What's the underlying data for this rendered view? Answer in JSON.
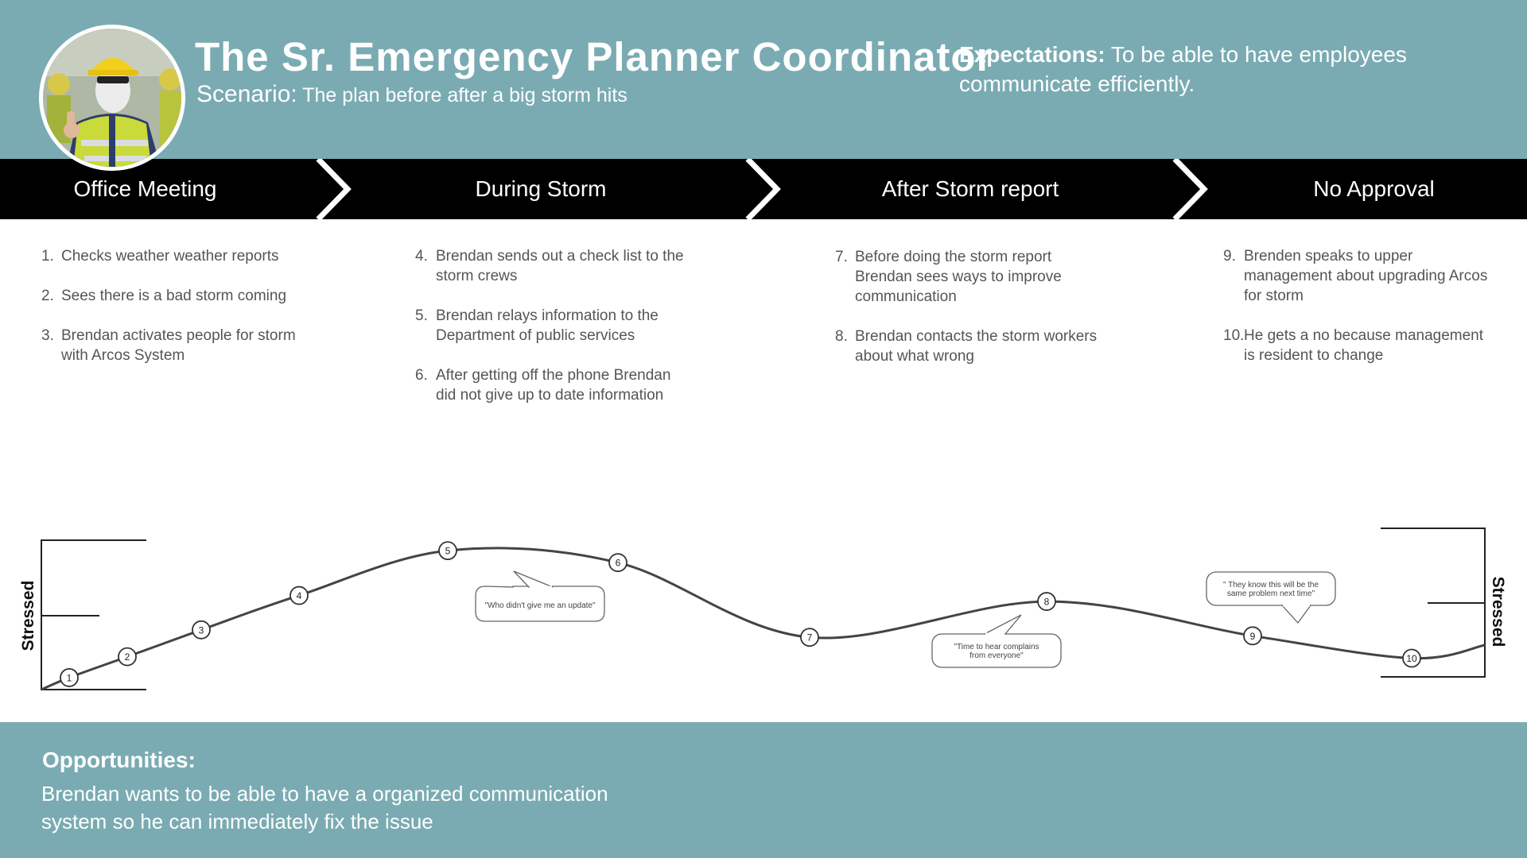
{
  "header": {
    "title": "The Sr. Emergency Planner Coordinator",
    "scenario_label": "Scenario:",
    "scenario_text": "The plan before after a big storm hits",
    "expectations_label": "Expectations:",
    "expectations_text": "To be able to have  employees communicate efficiently."
  },
  "colors": {
    "teal": "#7aabb2",
    "stage_bar": "#000000",
    "curve": "#444444"
  },
  "stages": [
    {
      "label": "Office Meeting"
    },
    {
      "label": "During Storm"
    },
    {
      "label": "After Storm report"
    },
    {
      "label": "No Approval"
    }
  ],
  "steps": [
    {
      "num": "1.",
      "text": "Checks weather  weather reports"
    },
    {
      "num": "2.",
      "text": "Sees there is a bad storm coming"
    },
    {
      "num": "3.",
      "text": "Brendan activates people for storm with Arcos System"
    },
    {
      "num": "4.",
      "text": "Brendan sends out a check list to the storm crews"
    },
    {
      "num": "5.",
      "text": "Brendan relays information to the Department of public services"
    },
    {
      "num": "6.",
      "text": "After getting off the phone Brendan did not give up to date information"
    },
    {
      "num": "7.",
      "text": "Before doing the storm report Brendan sees ways to improve communication"
    },
    {
      "num": "8.",
      "text": "Brendan contacts the storm workers about what wrong"
    },
    {
      "num": "9.",
      "text": "Brenden speaks to upper management about upgrading Arcos for storm"
    },
    {
      "num": "10.",
      "text": "He gets a no because management is resident to change"
    }
  ],
  "chart_data": {
    "type": "line",
    "ylabel_left": "Stressed",
    "ylabel_right": "Stressed",
    "x": [
      1,
      2,
      3,
      4,
      5,
      6,
      7,
      8,
      9,
      10
    ],
    "y": [
      0.08,
      0.22,
      0.4,
      0.63,
      0.93,
      0.85,
      0.35,
      0.59,
      0.36,
      0.21
    ],
    "ylim": [
      0,
      1
    ],
    "point_labels": [
      "1",
      "2",
      "3",
      "4",
      "5",
      "6",
      "7",
      "8",
      "9",
      "10"
    ],
    "annotations": [
      {
        "point": "5",
        "text": "\"Who didn't give me an update\""
      },
      {
        "point": "8",
        "text": "\"Time to hear complains from everyone\""
      },
      {
        "point": "9",
        "text": "\" They know this will be the same problem next time\""
      }
    ]
  },
  "footer": {
    "opportunities_label": "Opportunities:",
    "opportunities_text": "Brendan wants to be able to have  a organized communication system so he can immediately fix the issue"
  }
}
